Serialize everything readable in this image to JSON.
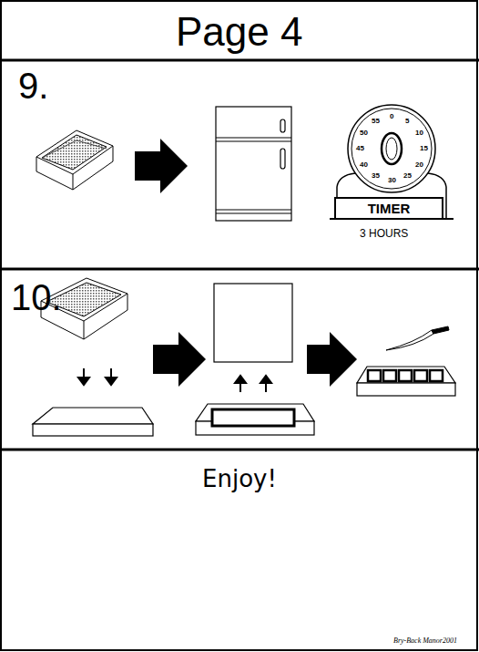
{
  "diagram": {
    "title": "Page 4",
    "nodes": [
      {
        "text": [
          "TIMER"
        ]
      }
    ],
    "labels": [
      "9.",
      "0",
      "5",
      "10",
      "15",
      "20",
      "25",
      "30",
      "35",
      "40",
      "45",
      "50",
      "55",
      "3 HOURS",
      "10.",
      "Enjoy!",
      "Bry-Back Manor2001"
    ]
  }
}
